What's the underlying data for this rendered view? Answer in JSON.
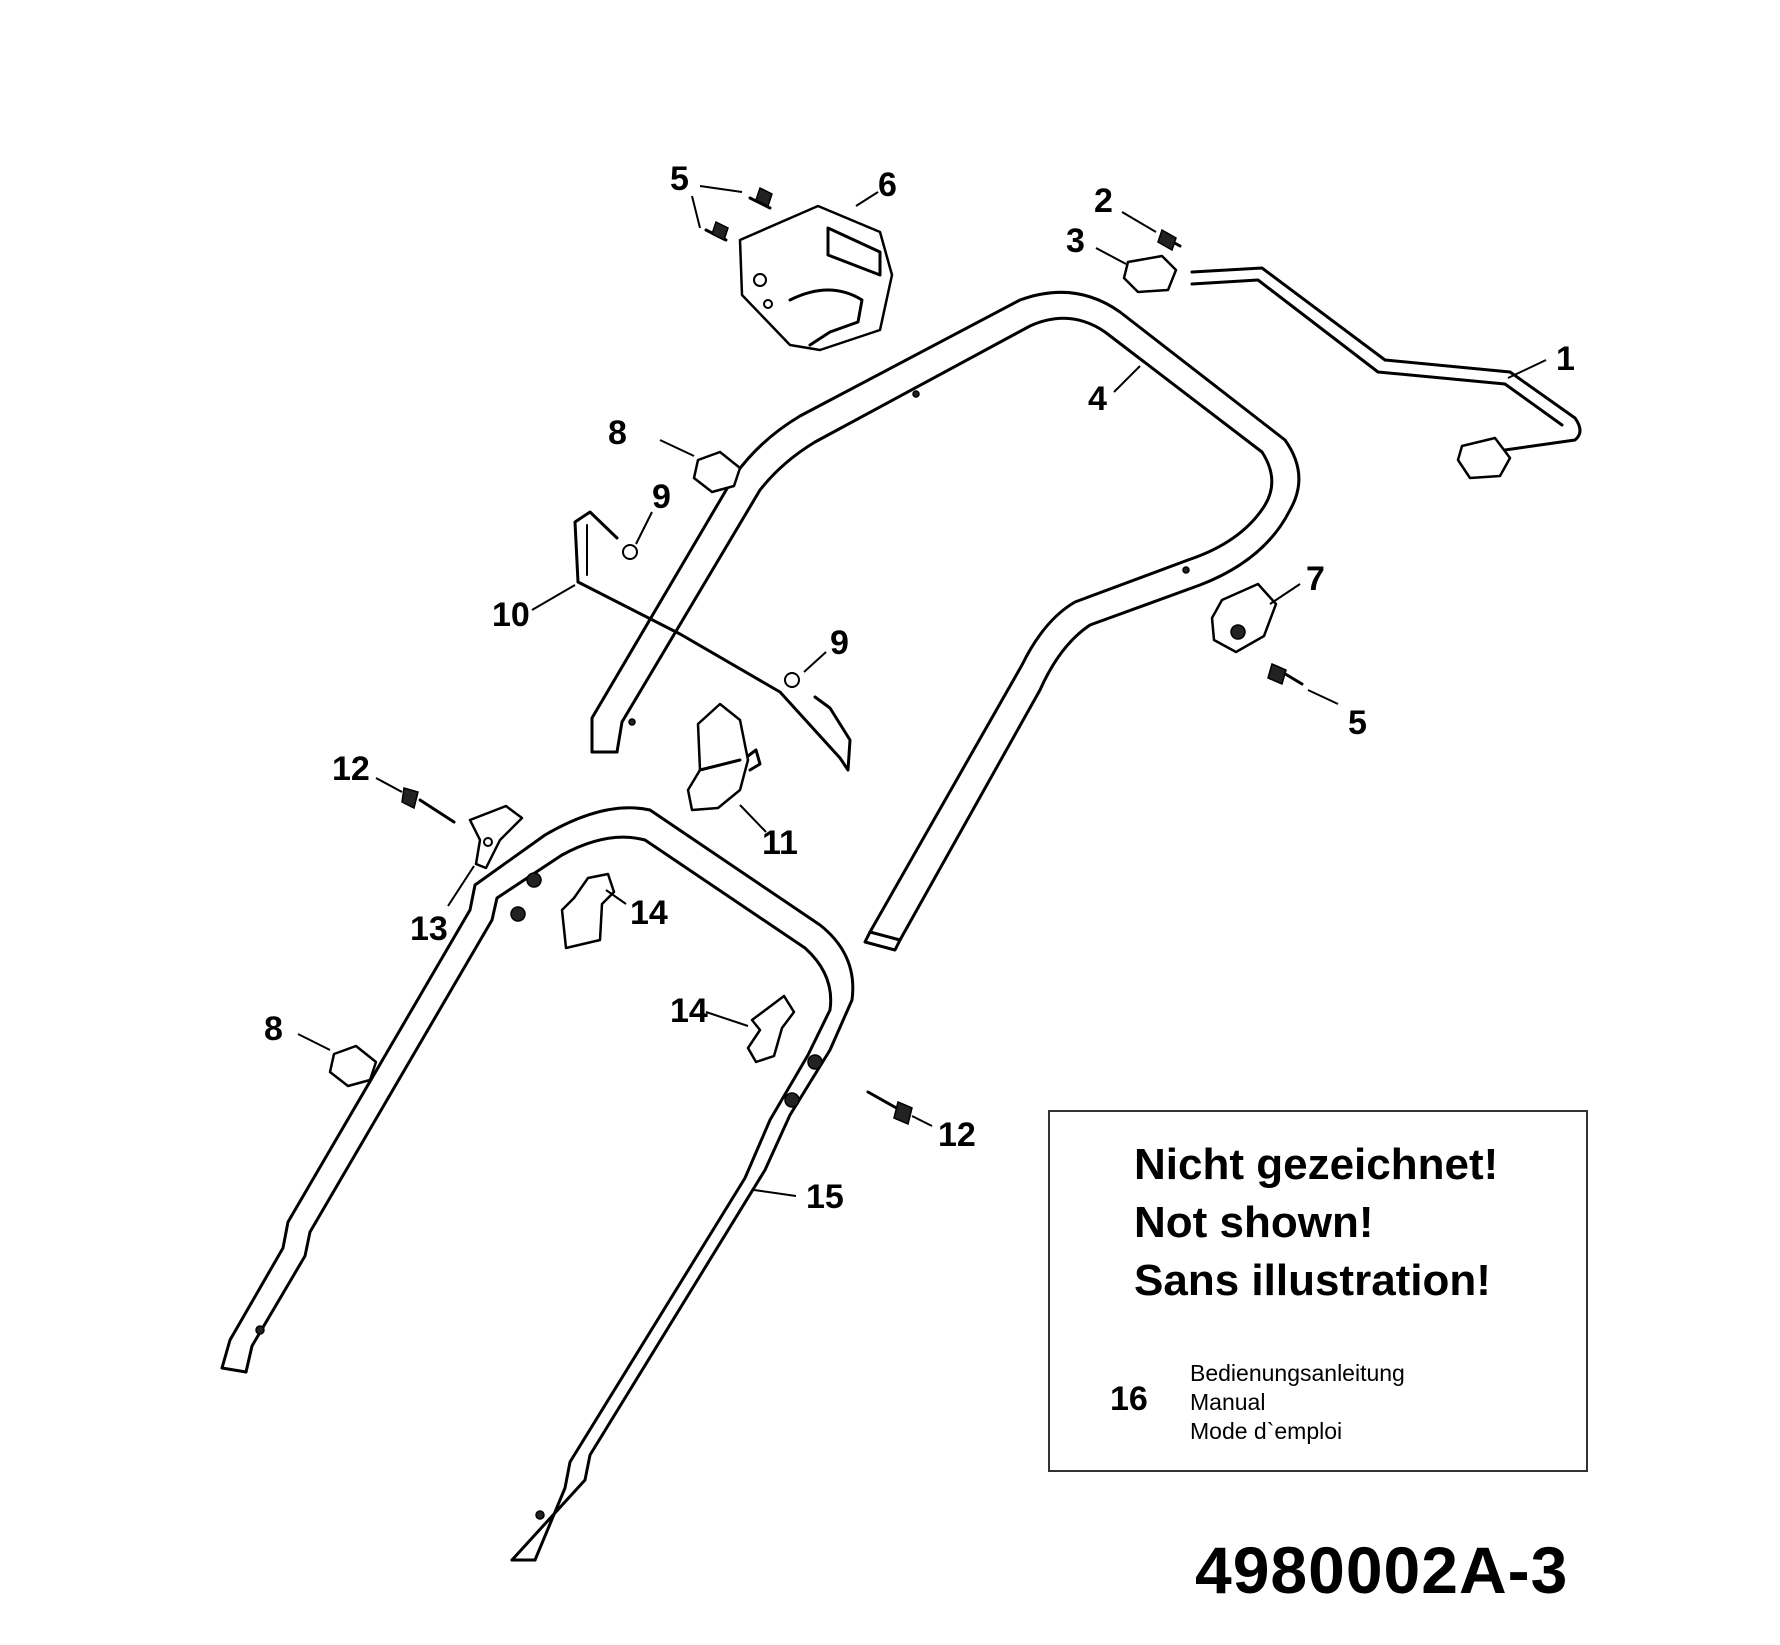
{
  "callouts": {
    "n1": "1",
    "n2": "2",
    "n3": "3",
    "n4": "4",
    "n5a": "5",
    "n5b": "5",
    "n6": "6",
    "n7": "7",
    "n8a": "8",
    "n8b": "8",
    "n9a": "9",
    "n9b": "9",
    "n10": "10",
    "n11": "11",
    "n12a": "12",
    "n12b": "12",
    "n13": "13",
    "n14a": "14",
    "n14b": "14",
    "n15": "15"
  },
  "note": {
    "line1": "Nicht gezeichnet!",
    "line2": "Not shown!",
    "line3": "Sans illustration!",
    "item_number": "16",
    "item_lines": [
      "Bedienungsanleitung",
      "Manual",
      "Mode d`emploi"
    ]
  },
  "drawing_code": "4980002A-3"
}
